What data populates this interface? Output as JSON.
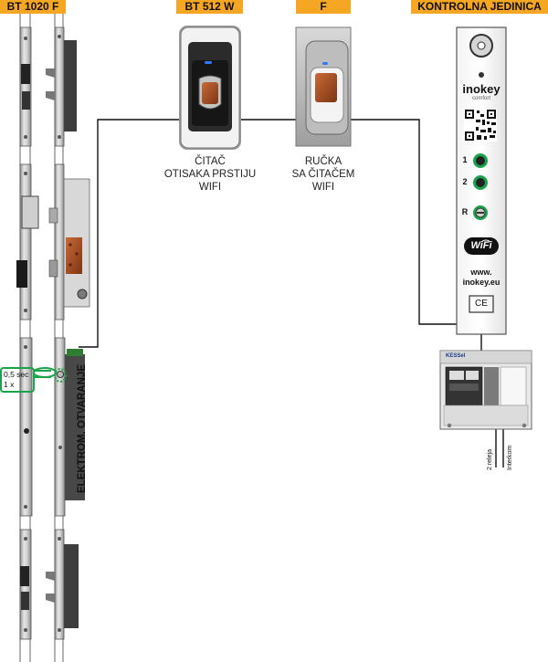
{
  "headers": {
    "bt1020": "BT 1020 F",
    "bt512": "BT 512 W",
    "f": "F",
    "control": "KONTROLNA JEDINICA"
  },
  "captions": {
    "reader": [
      "ČITAČ",
      "OTISAKA PRSTIJU",
      "WIFI"
    ],
    "handle": [
      "RUČKA",
      "SA ČITAČEM",
      "WIFI"
    ]
  },
  "side_label": "ELEKTROM. OTVARANJE",
  "timer": [
    "0,5 sec",
    "1 x"
  ],
  "panel": {
    "brand": "inokey",
    "brand_sub": "comfort",
    "buttons": [
      "1",
      "2",
      "R"
    ],
    "wifi": "WiFi",
    "url_top": "www.",
    "url_bottom": "inokey.eu",
    "ce": "CE"
  },
  "relay_box": {
    "brand": "KESSel",
    "wires": [
      "2 releja",
      "Interkom"
    ]
  },
  "colors": {
    "header": "#f5a623",
    "wire": "#111111",
    "highlight_green": "#1aa34a",
    "copper": "#b5562a"
  }
}
